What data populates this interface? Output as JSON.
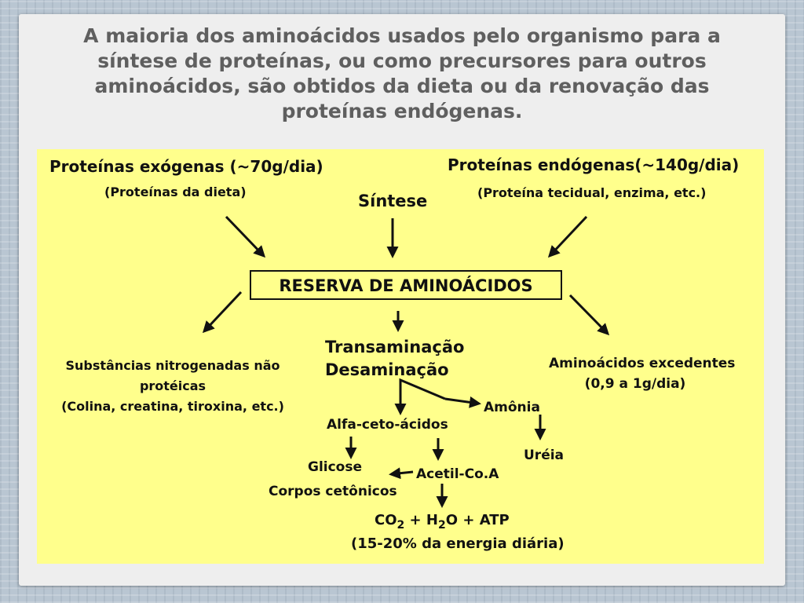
{
  "slide": {
    "title_lines": [
      "A maioria dos aminoácidos usados pelo organismo para a",
      "síntese de proteínas, ou como precursores para outros",
      "aminoácidos, são obtidos da dieta ou da renovação das",
      "proteínas endógenas."
    ]
  },
  "diagram": {
    "exogenous": {
      "title": "Proteínas exógenas (~70g/dia)",
      "subtitle": "(Proteínas da dieta)"
    },
    "endogenous": {
      "title": "Proteínas endógenas(~140g/dia)",
      "subtitle": "(Proteína tecidual, enzima, etc.)"
    },
    "synthesis": "Síntese",
    "reserve": "RESERVA DE AMINOÁCIDOS",
    "nitrogenous": {
      "line1": "Substâncias nitrogenadas não",
      "line2": "protéicas",
      "line3": "(Colina, creatina, tiroxina, etc.)"
    },
    "transamination": "Transaminação",
    "deamination": "Desaminação",
    "excess": {
      "line1": "Aminoácidos excedentes",
      "line2": "(0,9 a 1g/dia)"
    },
    "ammonia": "Amônia",
    "keto_acids": "Alfa-ceto-ácidos",
    "urea": "Uréia",
    "glucose": "Glicose",
    "ketone_bodies": "Corpos cetônicos",
    "acetyl_coa": "Acetil-Co.A",
    "products": {
      "co": "CO",
      "two_a": "2",
      "plus1": "+",
      "h": "H",
      "two_b": "2",
      "o": "O",
      "plus2": "+",
      "atp": "ATP"
    },
    "energy": "(15-20% da energia diária)"
  }
}
